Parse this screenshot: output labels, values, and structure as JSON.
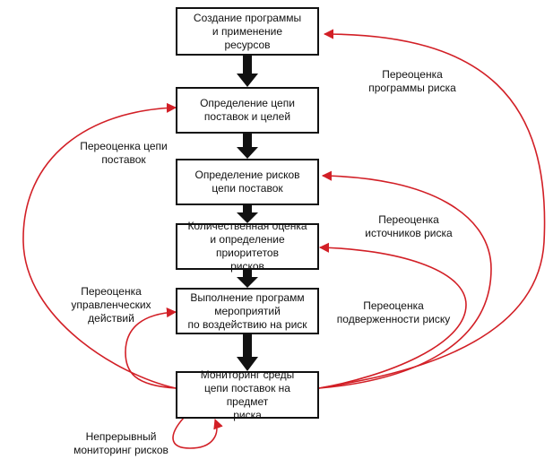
{
  "colors": {
    "loop_arrow": "#d21f26",
    "flow_arrow": "#111111",
    "box_border": "#111111"
  },
  "boxes": [
    {
      "text": "Создание программы\nи применение\nресурсов"
    },
    {
      "text": "Определение цепи\nпоставок и целей"
    },
    {
      "text": "Определение рисков\nцепи поставок"
    },
    {
      "text": "Количественная оценка\nи определение приоритетов\nрисков"
    },
    {
      "text": "Выполнение программ\nмероприятий\nпо воздействию на риск"
    },
    {
      "text": "Мониторинг среды\nцепи поставок на предмет\nриска"
    }
  ],
  "loops": [
    {
      "text": "Переоценка\nпрограммы риска"
    },
    {
      "text": "Переоценка цепи\nпоставок"
    },
    {
      "text": "Переоценка\nисточников риска"
    },
    {
      "text": "Переоценка\nподверженности риску"
    },
    {
      "text": "Переоценка\nуправленческих\nдействий"
    },
    {
      "text": "Непрерывный\nмониторинг рисков"
    }
  ]
}
